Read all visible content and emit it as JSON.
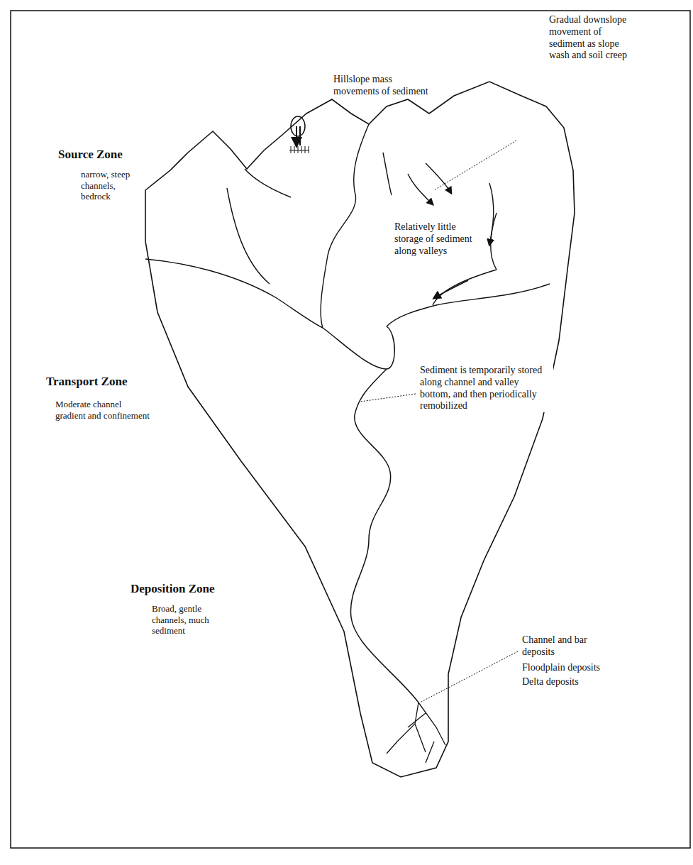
{
  "diagram": {
    "labels": [
      "Hillslope mass movements of sediment",
      "Gradual downslope movement of sediment as slope wash and soil creep",
      "Source Zone",
      "narrow, steep channels, bedrock",
      "Relatively little storage of sediment along valleys",
      "Transport Zone",
      "Moderate channel gradient and confinement",
      "Sediment is temporarily stored along channel and valley bottom, and then periodically remobilized",
      "Deposition Zone",
      "Broad, gentle channels, much sediment",
      "Channel and bar deposits",
      "Floodplain deposits",
      "Delta deposits"
    ]
  }
}
